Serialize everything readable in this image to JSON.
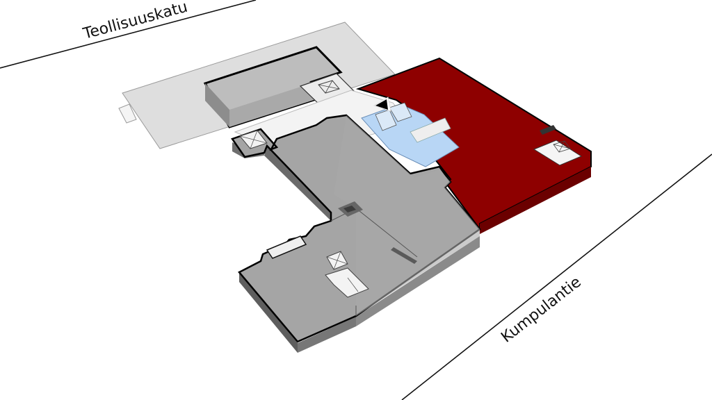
{
  "map": {
    "type": "isometric floor plan",
    "streets": [
      {
        "name": "Teollisuuskatu",
        "position": "top-left"
      },
      {
        "name": "Kumpulantie",
        "position": "bottom-right"
      }
    ],
    "highlighted_area": {
      "label": "",
      "color": "#8e0000"
    },
    "markers": [
      {
        "type": "location-arrow",
        "glyph": "▲",
        "color": "#000000"
      }
    ],
    "colors": {
      "background": "#ffffff",
      "ghost_building": "#dcdcdc",
      "floor_top": "#a6a6a6",
      "floor_side": "#7a7a7a",
      "upper_block": "#bdbdbd",
      "corridor": "#f2f2f2",
      "highlight_top": "#8e0000",
      "highlight_side": "#6e0000",
      "atrium_blue": "#a9cdf2",
      "outline": "#000000"
    }
  }
}
